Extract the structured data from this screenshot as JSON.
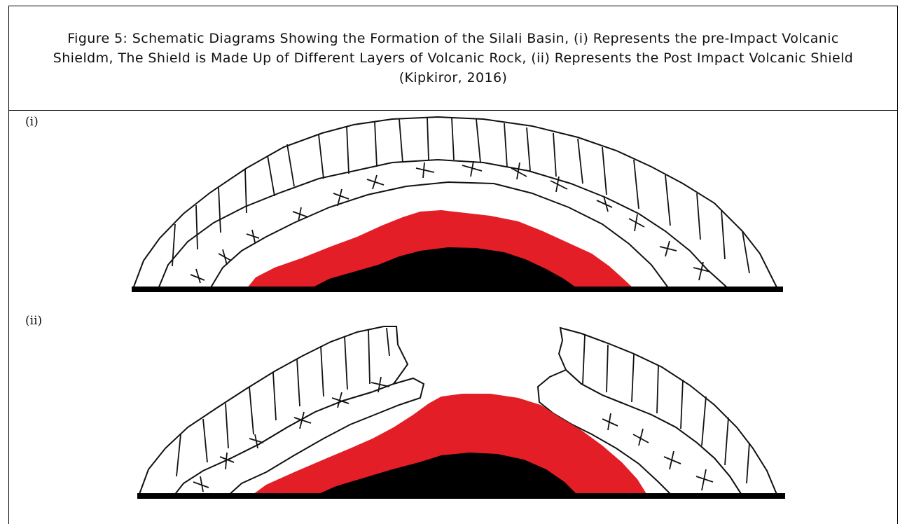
{
  "figure": {
    "caption": "Figure 5: Schematic Diagrams Showing the Formation of the Silali Basin, (i) Represents the pre-Impact Volcanic Shieldm, The Shield is Made Up of Different Layers of Volcanic Rock, (ii) Represents the Post Impact Volcanic Shield (Kipkiror, 2016)"
  },
  "panels": [
    {
      "label": "(i)"
    },
    {
      "label": "(ii)"
    }
  ],
  "colors": {
    "magma": "#e41e26",
    "core": "#000000",
    "outline": "#111111"
  }
}
